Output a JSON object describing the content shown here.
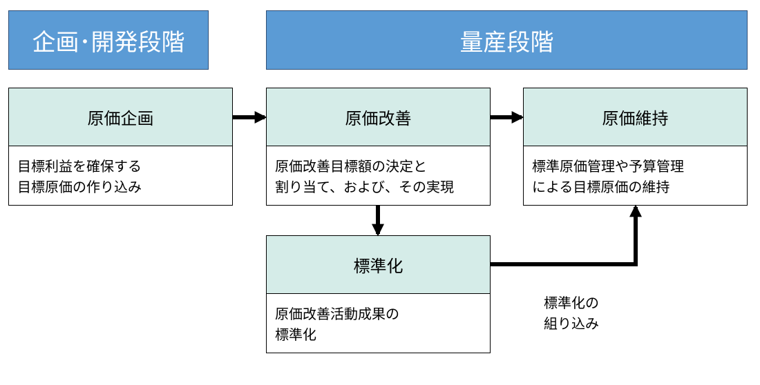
{
  "colors": {
    "phase_fill": "#5b9bd5",
    "phase_text": "#ffffff",
    "box_header_fill": "#d5ece8",
    "box_body_fill": "#ffffff",
    "arrow": "#000000"
  },
  "phases": {
    "planning": "企画･開発段階",
    "mass_production": "量産段階"
  },
  "boxes": {
    "cost_planning": {
      "title": "原価企画",
      "desc": "目標利益を確保する\n目標原価の作り込み"
    },
    "cost_improvement": {
      "title": "原価改善",
      "desc": "原価改善目標額の決定と\n割り当て、および、その実現"
    },
    "cost_maintenance": {
      "title": "原価維持",
      "desc": "標準原価管理や予算管理\nによる目標原価の維持"
    },
    "standardization": {
      "title": "標準化",
      "desc": "原価改善活動成果の\n標準化"
    }
  },
  "annotation": "標準化の\n組り込み"
}
